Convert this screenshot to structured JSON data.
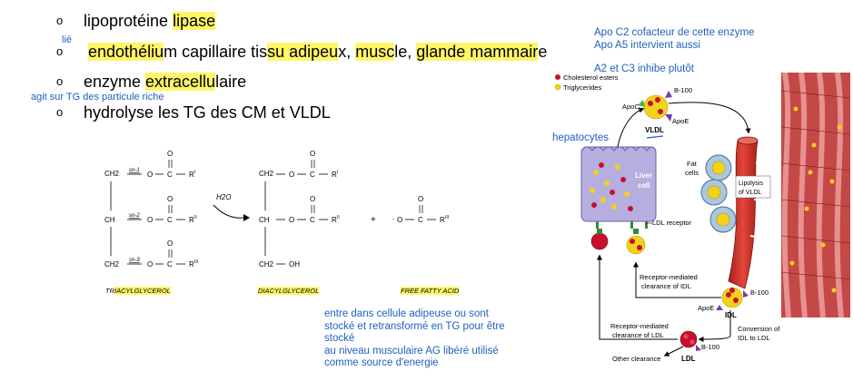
{
  "bullets": {
    "b1": {
      "marker": "o",
      "pre": "lipoprotéine ",
      "hl": "lipase"
    },
    "b2": {
      "marker": "o",
      "sup": "lié",
      "segments": [
        {
          "t": "endothéliu",
          "h": true
        },
        {
          "t": "m capillaire tis",
          "h": false
        },
        {
          "t": "su adipeu",
          "h": true
        },
        {
          "t": "x, ",
          "h": false
        },
        {
          "t": "musc",
          "h": true
        },
        {
          "t": "le, ",
          "h": false
        },
        {
          "t": "glande mammair",
          "h": true
        },
        {
          "t": "e",
          "h": false
        }
      ]
    },
    "b3": {
      "marker": "o",
      "pre": "enzyme ",
      "hl": "extracellu",
      "post": "laire"
    },
    "b3_note": "agit sur TG des particule riche",
    "b4": {
      "marker": "o",
      "text": "hydrolyse les TG des CM et VLDL"
    }
  },
  "reaction": {
    "tag_plain": "TR",
    "tag_hl": "IACYLGLYCEROL",
    "dag_label": "DIACYLGLYCEROL",
    "ffa_label": "FREE FATTY ACID",
    "water": "H2O",
    "plus": "+",
    "sn1": "sn-1",
    "sn2": "sn-2",
    "sn3": "sn-3",
    "ch2": "CH2",
    "ch": "CH",
    "oh": "OH",
    "o": "O",
    "c": "C",
    "r": "R",
    "r1": "I",
    "r2": "II",
    "r3": "III"
  },
  "notes": {
    "fate": [
      "entre dans cellule adipeuse  ou sont",
      "stocké et retransformé en TG pour être",
      "stocké",
      "au niveau musculaire AG libéré utilisé",
      "comme source d'energie"
    ],
    "apo": [
      "Apo C2 cofacteur de cette enzyme",
      "Apo A5 intervient aussi"
    ],
    "a2c3": "A2 et C3 inhibe plutôt",
    "hepatocytes": "hepatocytes"
  },
  "diagram": {
    "legend_chol": "Cholesterol esters",
    "legend_tg": "Triglycerides",
    "apoc": "ApoC",
    "b100": "B-100",
    "apoe": "ApoE",
    "vldl": "VLDL",
    "liver": "Liver",
    "cell": "cell",
    "ldl_receptor": "LDL receptor",
    "fat": "Fat",
    "cells": "cells",
    "lipolysis_1": "Lipolysis",
    "lipolysis_2": "of VLDL",
    "rm_idl_1": "Receptor-mediated",
    "rm_idl_2": "clearance of IDL",
    "idl": "IDL",
    "conv_1": "Conversion of",
    "conv_2": "IDL to LDL",
    "rm_ldl_1": "Receptor-mediated",
    "rm_ldl_2": "clearance of LDL",
    "ldl": "LDL",
    "other": "Other clearance"
  },
  "colors": {
    "highlight": "#fff566",
    "note_blue": "#1f5fbf",
    "liver": "#b7aee0",
    "chol": "#c8102e",
    "tg": "#f2d21b",
    "muscle": "#b83a3a",
    "vessel": "#d8342c"
  }
}
